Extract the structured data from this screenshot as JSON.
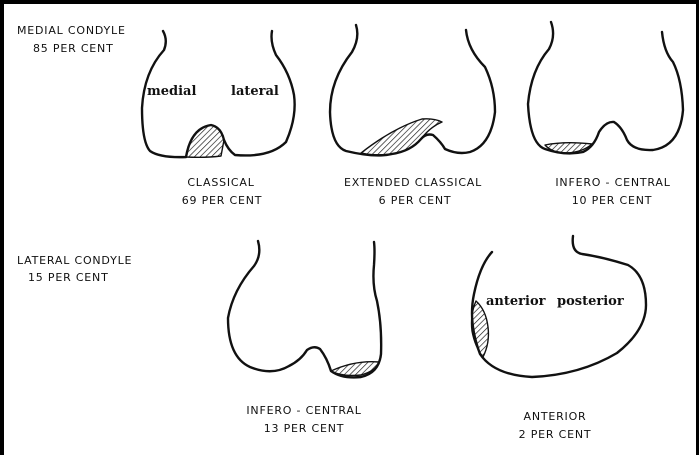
{
  "groups": {
    "medial": {
      "title": "MEDIAL CONDYLE",
      "pct": "85 PER CENT"
    },
    "lateral": {
      "title": "LATERAL CONDYLE",
      "pct": "15 PER CENT"
    }
  },
  "side_labels": {
    "medial": "medial",
    "lateral": "lateral",
    "anterior": "anterior",
    "posterior": "posterior"
  },
  "figures": [
    {
      "title": "CLASSICAL",
      "pct": "69 PER CENT"
    },
    {
      "title": "EXTENDED CLASSICAL",
      "pct": "6 PER CENT"
    },
    {
      "title": "INFERO - CENTRAL",
      "pct": "10 PER CENT"
    },
    {
      "title": "INFERO - CENTRAL",
      "pct": "13 PER CENT"
    },
    {
      "title": "ANTERIOR",
      "pct": "2 PER CENT"
    }
  ]
}
